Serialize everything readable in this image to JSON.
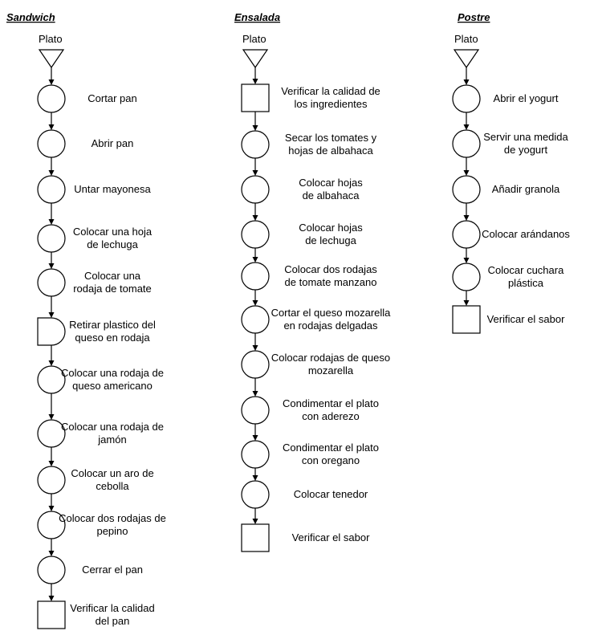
{
  "colors": {
    "line": "#000000",
    "fill": "#ffffff",
    "text": "#000000"
  },
  "columns": [
    {
      "title": "Sandwich",
      "start_label": "Plato",
      "steps": [
        {
          "shape": "operation-icon",
          "lines": [
            "Cortar pan"
          ]
        },
        {
          "shape": "operation-icon",
          "lines": [
            "Abrir pan"
          ]
        },
        {
          "shape": "operation-icon",
          "lines": [
            "Untar mayonesa"
          ]
        },
        {
          "shape": "operation-icon",
          "lines": [
            "Colocar una hoja",
            "de lechuga"
          ]
        },
        {
          "shape": "operation-icon",
          "lines": [
            "Colocar una",
            "rodaja de tomate"
          ]
        },
        {
          "shape": "delay-icon",
          "lines": [
            "Retirar plastico del",
            "queso en rodaja"
          ]
        },
        {
          "shape": "operation-icon",
          "lines": [
            "Colocar una rodaja de",
            "queso americano"
          ]
        },
        {
          "shape": "operation-icon",
          "lines": [
            "Colocar una rodaja de",
            "jamón"
          ]
        },
        {
          "shape": "operation-icon",
          "lines": [
            "Colocar un aro de",
            "cebolla"
          ]
        },
        {
          "shape": "operation-icon",
          "lines": [
            "Colocar dos rodajas de",
            "pepino"
          ]
        },
        {
          "shape": "operation-icon",
          "lines": [
            "Cerrar el pan"
          ]
        },
        {
          "shape": "inspection-icon",
          "lines": [
            "Verificar la calidad",
            "del pan"
          ]
        }
      ]
    },
    {
      "title": "Ensalada",
      "start_label": "Plato",
      "steps": [
        {
          "shape": "inspection-icon",
          "lines": [
            "Verificar la calidad de",
            "los ingredientes"
          ]
        },
        {
          "shape": "operation-icon",
          "lines": [
            "Secar los tomates y",
            "hojas de albahaca"
          ]
        },
        {
          "shape": "operation-icon",
          "lines": [
            "Colocar hojas",
            "de albahaca"
          ]
        },
        {
          "shape": "operation-icon",
          "lines": [
            "Colocar hojas",
            "de lechuga"
          ]
        },
        {
          "shape": "operation-icon",
          "lines": [
            "Colocar dos rodajas",
            "de tomate manzano"
          ]
        },
        {
          "shape": "operation-icon",
          "lines": [
            "Cortar el queso mozarella",
            "en rodajas delgadas"
          ]
        },
        {
          "shape": "operation-icon",
          "lines": [
            "Colocar rodajas de queso",
            "mozarella"
          ]
        },
        {
          "shape": "operation-icon",
          "lines": [
            "Condimentar el plato",
            "con aderezo"
          ]
        },
        {
          "shape": "operation-icon",
          "lines": [
            "Condimentar el plato",
            "con oregano"
          ]
        },
        {
          "shape": "operation-icon",
          "lines": [
            "Colocar tenedor"
          ]
        },
        {
          "shape": "inspection-icon",
          "lines": [
            "Verificar el sabor"
          ]
        }
      ]
    },
    {
      "title": "Postre",
      "start_label": "Plato",
      "steps": [
        {
          "shape": "operation-icon",
          "lines": [
            "Abrir el yogurt"
          ]
        },
        {
          "shape": "operation-icon",
          "lines": [
            "Servir una medida",
            "de yogurt"
          ]
        },
        {
          "shape": "operation-icon",
          "lines": [
            "Añadir granola"
          ]
        },
        {
          "shape": "operation-icon",
          "lines": [
            "Colocar arándanos"
          ]
        },
        {
          "shape": "operation-icon",
          "lines": [
            "Colocar cuchara",
            "plástica"
          ]
        },
        {
          "shape": "inspection-icon",
          "lines": [
            "Verificar el sabor"
          ]
        }
      ]
    }
  ]
}
